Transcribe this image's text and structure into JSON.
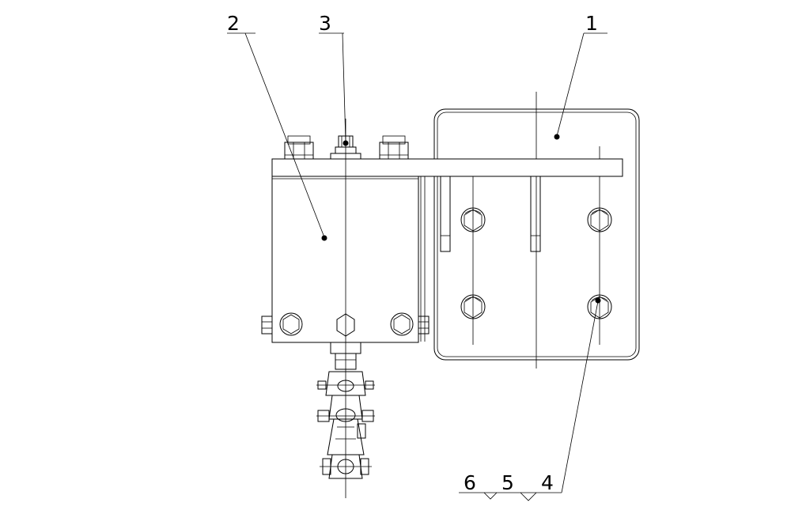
{
  "drawing": {
    "callouts": [
      {
        "id": "callout-1",
        "text": "1"
      },
      {
        "id": "callout-2",
        "text": "2"
      },
      {
        "id": "callout-3",
        "text": "3"
      },
      {
        "id": "callout-4",
        "text": "4"
      },
      {
        "id": "callout-5",
        "text": "5"
      },
      {
        "id": "callout-6",
        "text": "6"
      }
    ]
  },
  "colors": {
    "line": "#000000",
    "background": "#ffffff"
  }
}
